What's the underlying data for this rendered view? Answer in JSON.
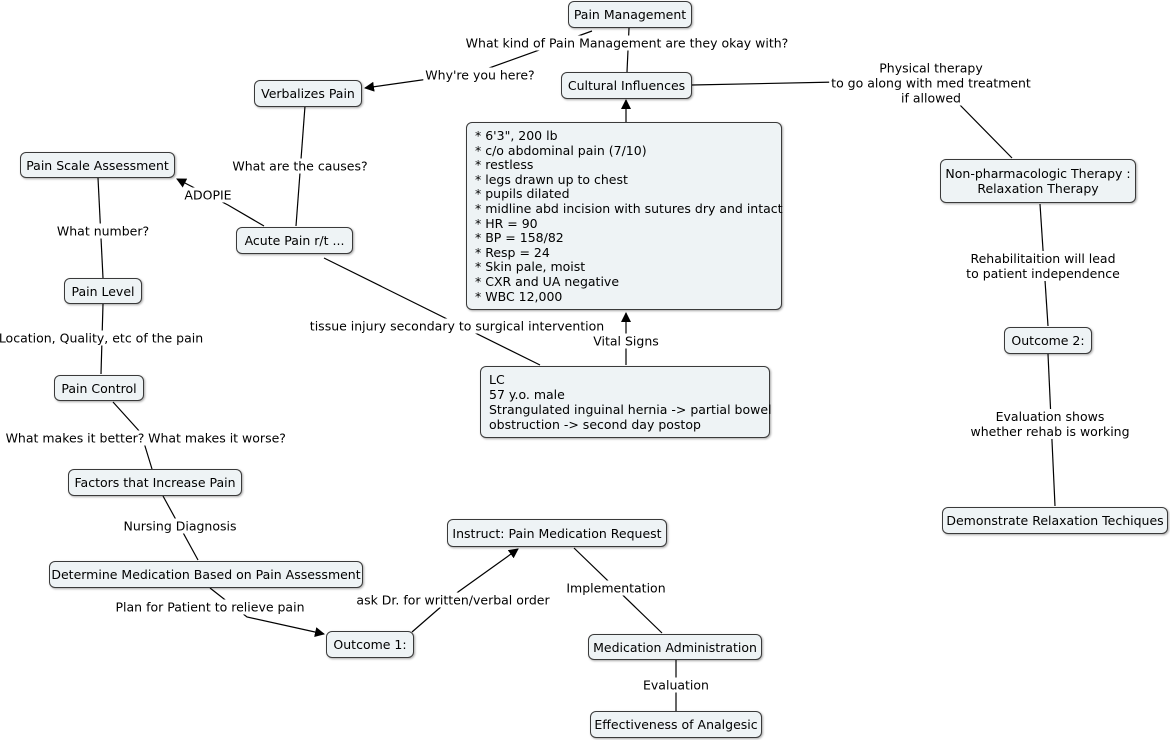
{
  "nodes": {
    "pain_management": "Pain Management",
    "cultural_influences": "Cultural Influences",
    "verbalizes_pain": "Verbalizes Pain",
    "pain_scale_assessment": "Pain Scale Assessment",
    "acute_pain": "Acute Pain r/t ...",
    "pain_level": "Pain Level",
    "pain_control": "Pain Control",
    "factors_increase_pain": "Factors that Increase Pain",
    "determine_medication": "Determine Medication Based on Pain Assessment",
    "outcome_1": "Outcome 1:",
    "instruct_request": "Instruct: Pain Medication Request",
    "medication_administration": "Medication Administration",
    "effectiveness_analgesic": "Effectiveness of Analgesic",
    "non_pharm_therapy": "Non-pharmacologic Therapy :\nRelaxation Therapy",
    "outcome_2": "Outcome 2:",
    "demonstrate_relaxation": "Demonstrate Relaxation Techiques",
    "assessment_findings": "* 6'3\", 200 lb\n* c/o abdominal pain (7/10)\n* restless\n* legs drawn up to chest\n* pupils dilated\n* midline abd incision with sutures dry and intact\n* HR = 90\n* BP = 158/82\n* Resp = 24\n* Skin pale, moist\n* CXR and UA negative\n* WBC 12,000",
    "patient_info": "LC\n57 y.o. male\nStrangulated inguinal hernia -> partial bowel\nobstruction -> second day postop"
  },
  "links": {
    "what_kind": "What kind of Pain Management are they okay with?",
    "why_here": "Why're you here?",
    "physical_therapy": "Physical therapy\nto go along with med treatment\nif allowed",
    "what_causes": "What are the causes?",
    "adopie": "ADOPIE",
    "what_number": "What number?",
    "location_quality": "Location, Quality, etc of the pain",
    "makes_better": "What makes it better?",
    "makes_worse": "What makes it worse?",
    "nursing_diagnosis": "Nursing Diagnosis",
    "plan_for_patient": "Plan for Patient to relieve pain",
    "ask_dr": "ask Dr. for written/verbal order",
    "implementation": "Implementation",
    "evaluation": "Evaluation",
    "tissue_injury": "tissue injury secondary to surgical intervention",
    "vital_signs": "Vital Signs",
    "rehabilitation": "Rehabilitaition will lead\nto patient independence",
    "evaluation_shows": "Evaluation shows\nwhether rehab is working"
  }
}
